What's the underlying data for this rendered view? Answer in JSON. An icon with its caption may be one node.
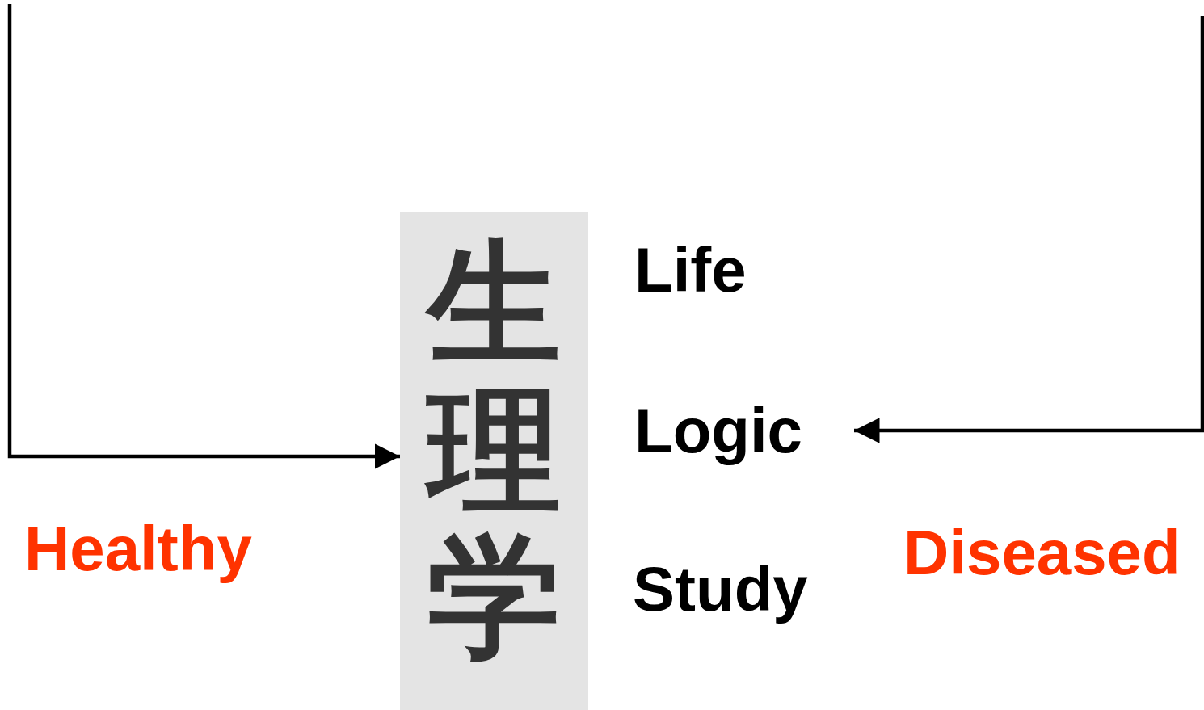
{
  "diagram": {
    "nodes": [
      {
        "text": [
          "生理学"
        ]
      },
      {
        "text": [
          "Logic"
        ]
      }
    ],
    "edges": [
      {
        "from": null,
        "to": 0,
        "arrow": "to"
      },
      {
        "from": null,
        "to": 1,
        "arrow": "to"
      }
    ],
    "labels": [
      "Life",
      "Healthy",
      "Diseased",
      "Study"
    ]
  }
}
